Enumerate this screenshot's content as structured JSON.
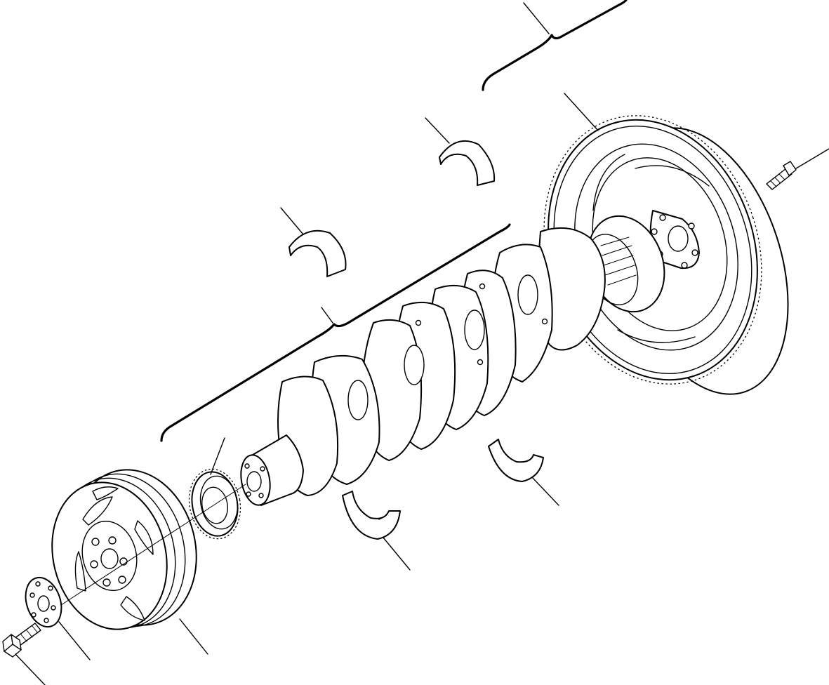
{
  "figure": {
    "kind": "exploded parts drawing",
    "color_ink": "#000000",
    "color_paper": "#ffffff",
    "callout_labels_printed": false
  },
  "parts": [
    {
      "id": "flywheel",
      "icon": "flywheel-ring-gear-icon"
    },
    {
      "id": "flywheel-bolt",
      "icon": "bolt-icon"
    },
    {
      "id": "crankshaft",
      "icon": "crankshaft-icon"
    },
    {
      "id": "timing-gear",
      "icon": "gear-icon"
    },
    {
      "id": "pulley",
      "icon": "pulley-icon"
    },
    {
      "id": "pulley-washer",
      "icon": "washer-plate-icon"
    },
    {
      "id": "pulley-bolt",
      "icon": "bolt-icon"
    },
    {
      "id": "upper-bearing-shell-1",
      "icon": "bearing-shell-icon"
    },
    {
      "id": "upper-bearing-shell-2",
      "icon": "bearing-shell-icon"
    },
    {
      "id": "lower-bearing-shell-1",
      "icon": "bearing-shell-icon"
    },
    {
      "id": "lower-bearing-shell-2",
      "icon": "bearing-shell-icon"
    }
  ],
  "groupings": [
    {
      "id": "flywheel-group-bracket",
      "icon": "bracket-icon"
    },
    {
      "id": "crankshaft-group-bracket",
      "icon": "bracket-icon"
    }
  ]
}
